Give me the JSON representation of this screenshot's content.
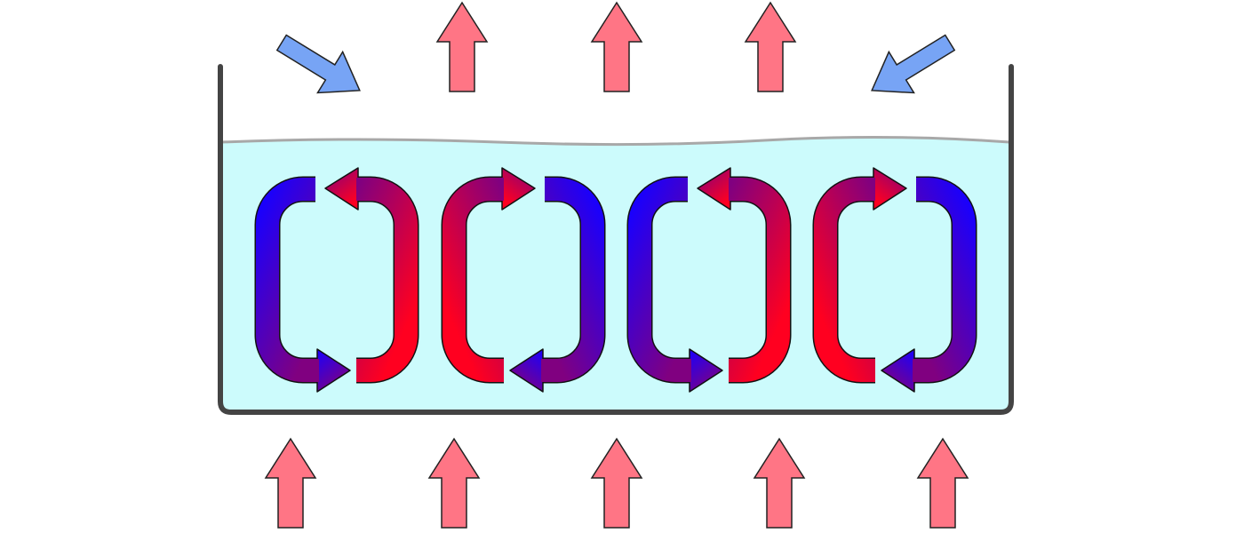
{
  "diagram": {
    "colors": {
      "water": "#ccfbfc",
      "surface_line": "#a8a8a8",
      "container": "#444444",
      "heat_arrow": "#ff7585",
      "cool_arrow": "#77a4f5",
      "cold_flow": "#1800ff",
      "mid_flow": "#800080",
      "hot_flow": "#ff0020"
    },
    "convection_cells": [
      {
        "left_flow": "down",
        "right_flow": "up"
      },
      {
        "left_flow": "up",
        "right_flow": "down"
      },
      {
        "left_flow": "down",
        "right_flow": "up"
      },
      {
        "left_flow": "up",
        "right_flow": "down"
      }
    ],
    "top_arrows": [
      {
        "type": "cool",
        "direction": "in-down-right"
      },
      {
        "type": "heat",
        "direction": "up"
      },
      {
        "type": "heat",
        "direction": "up"
      },
      {
        "type": "heat",
        "direction": "up"
      },
      {
        "type": "cool",
        "direction": "in-down-left"
      }
    ],
    "bottom_arrows": [
      {
        "type": "heat",
        "direction": "up"
      },
      {
        "type": "heat",
        "direction": "up"
      },
      {
        "type": "heat",
        "direction": "up"
      },
      {
        "type": "heat",
        "direction": "up"
      },
      {
        "type": "heat",
        "direction": "up"
      }
    ]
  }
}
